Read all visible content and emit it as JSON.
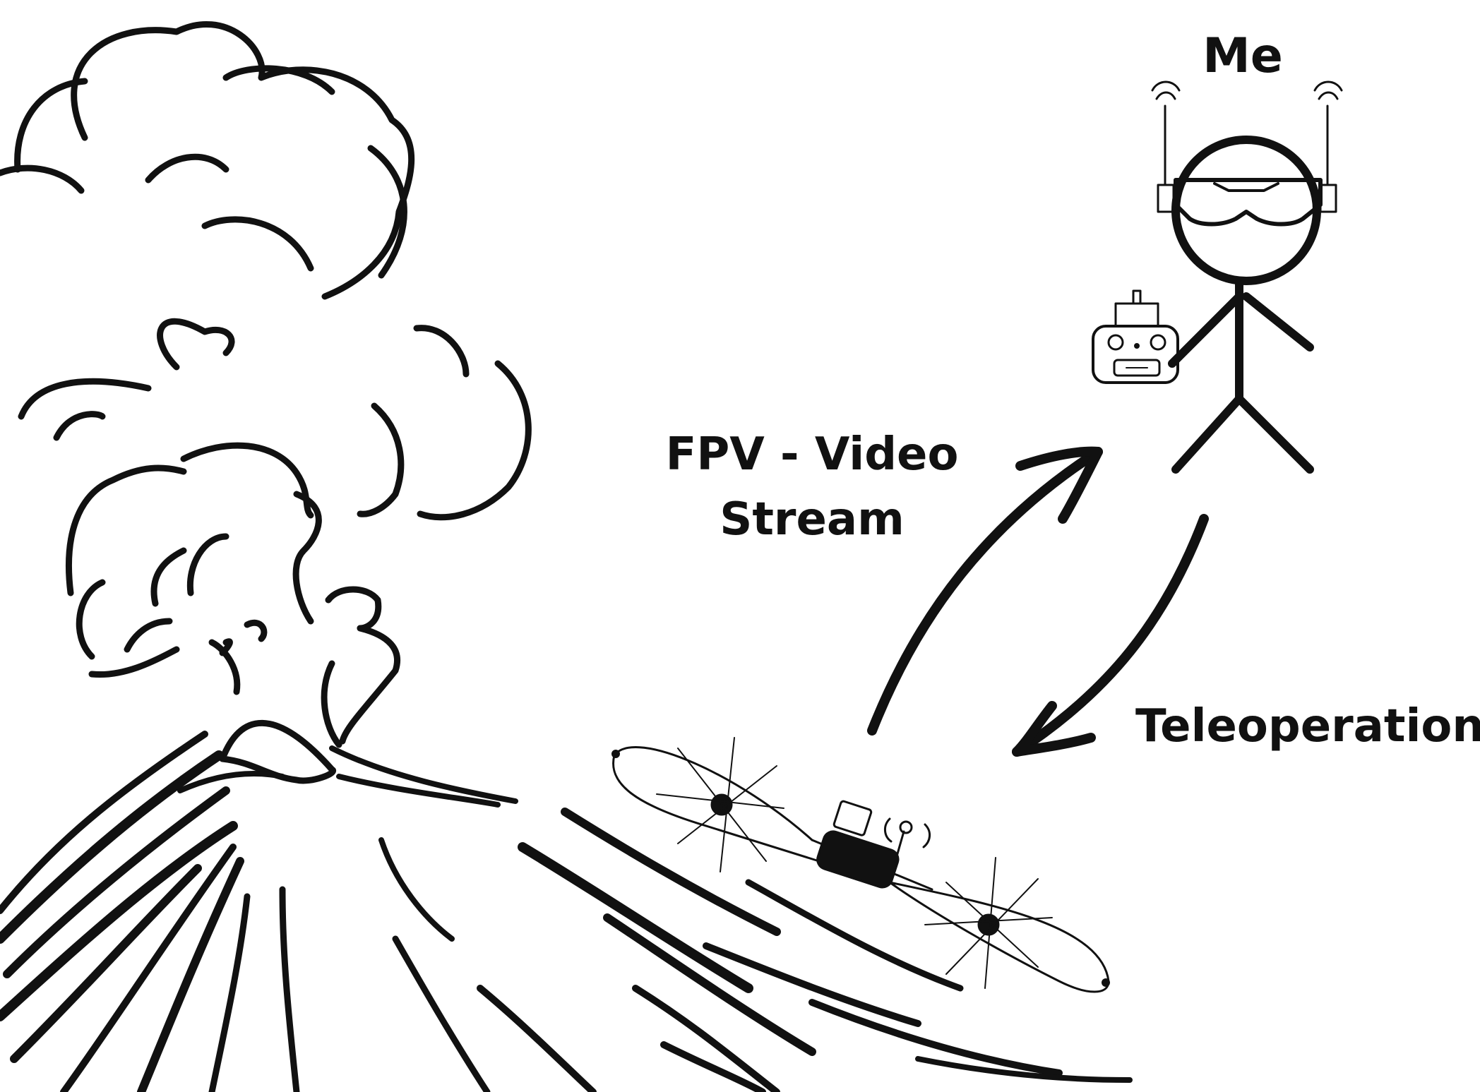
{
  "labels": {
    "me": "Me",
    "video_stream_line1": "FPV - Video",
    "video_stream_line2": "Stream",
    "teleoperation": "Teleoperation"
  },
  "colors": {
    "ink": "#111111",
    "background": "#ffffff"
  },
  "icons": [
    "volcano-icon",
    "smoke-cloud-icon",
    "fpv-drone-icon",
    "stick-figure-pilot-icon",
    "fpv-goggles-icon",
    "radio-controller-icon",
    "signal-arrow-icon"
  ]
}
